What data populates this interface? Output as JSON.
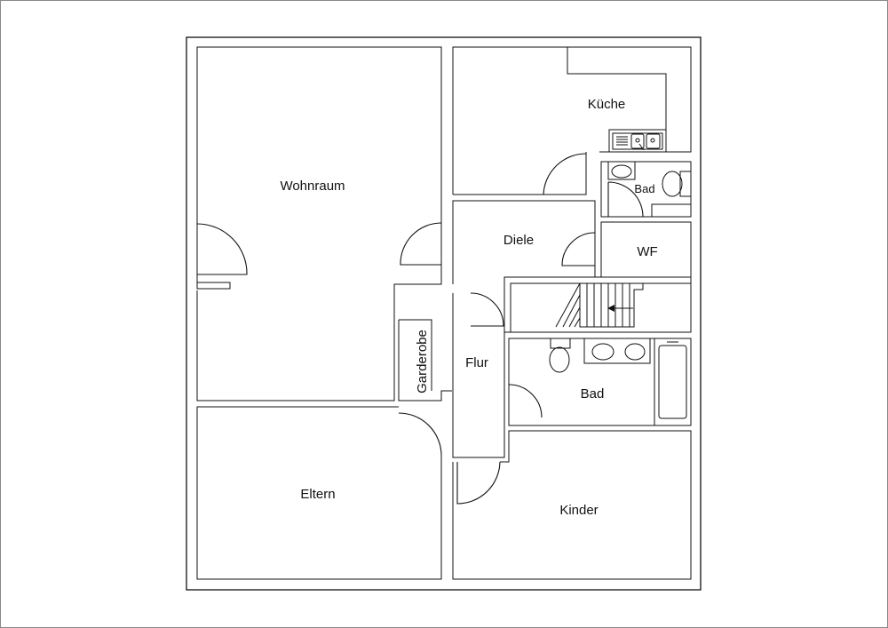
{
  "rooms": {
    "wohnraum": "Wohnraum",
    "kueche": "Küche",
    "bad_small": "Bad",
    "diele": "Diele",
    "wf": "WF",
    "garderobe": "Garderobe",
    "flur": "Flur",
    "bad_large": "Bad",
    "eltern": "Eltern",
    "kinder": "Kinder"
  },
  "fixtures": {
    "sink": "kitchen-sink-icon",
    "washbasin": "washbasin-icon",
    "toilet": "toilet-icon",
    "bathtub": "bathtub-icon",
    "stairs": "staircase-icon"
  }
}
